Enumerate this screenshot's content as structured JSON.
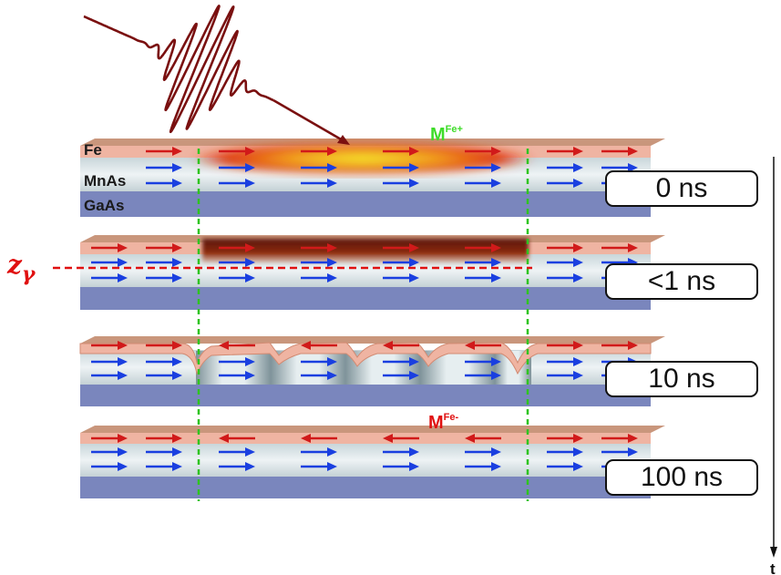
{
  "layers": {
    "fe": "Fe",
    "mnas": "MnAs",
    "gaas": "GaAs"
  },
  "times": [
    "0 ns",
    "<1 ns",
    "10 ns",
    "100 ns"
  ],
  "magnetization_plus": {
    "base": "M",
    "sup": "Fe+"
  },
  "magnetization_minus": {
    "base": "M",
    "sup": "Fe-"
  },
  "depth_label": {
    "base": "z",
    "sub": "γ"
  },
  "time_axis_label": "t",
  "colors": {
    "fe_arrow": "#d11a1a",
    "mnas_arrow": "#1a3fe0",
    "guide_line": "#2fc41f",
    "depth_line": "#e01010",
    "pulse": "#7a1010",
    "m_plus": "#3fdc2a",
    "m_minus": "#e01010"
  }
}
